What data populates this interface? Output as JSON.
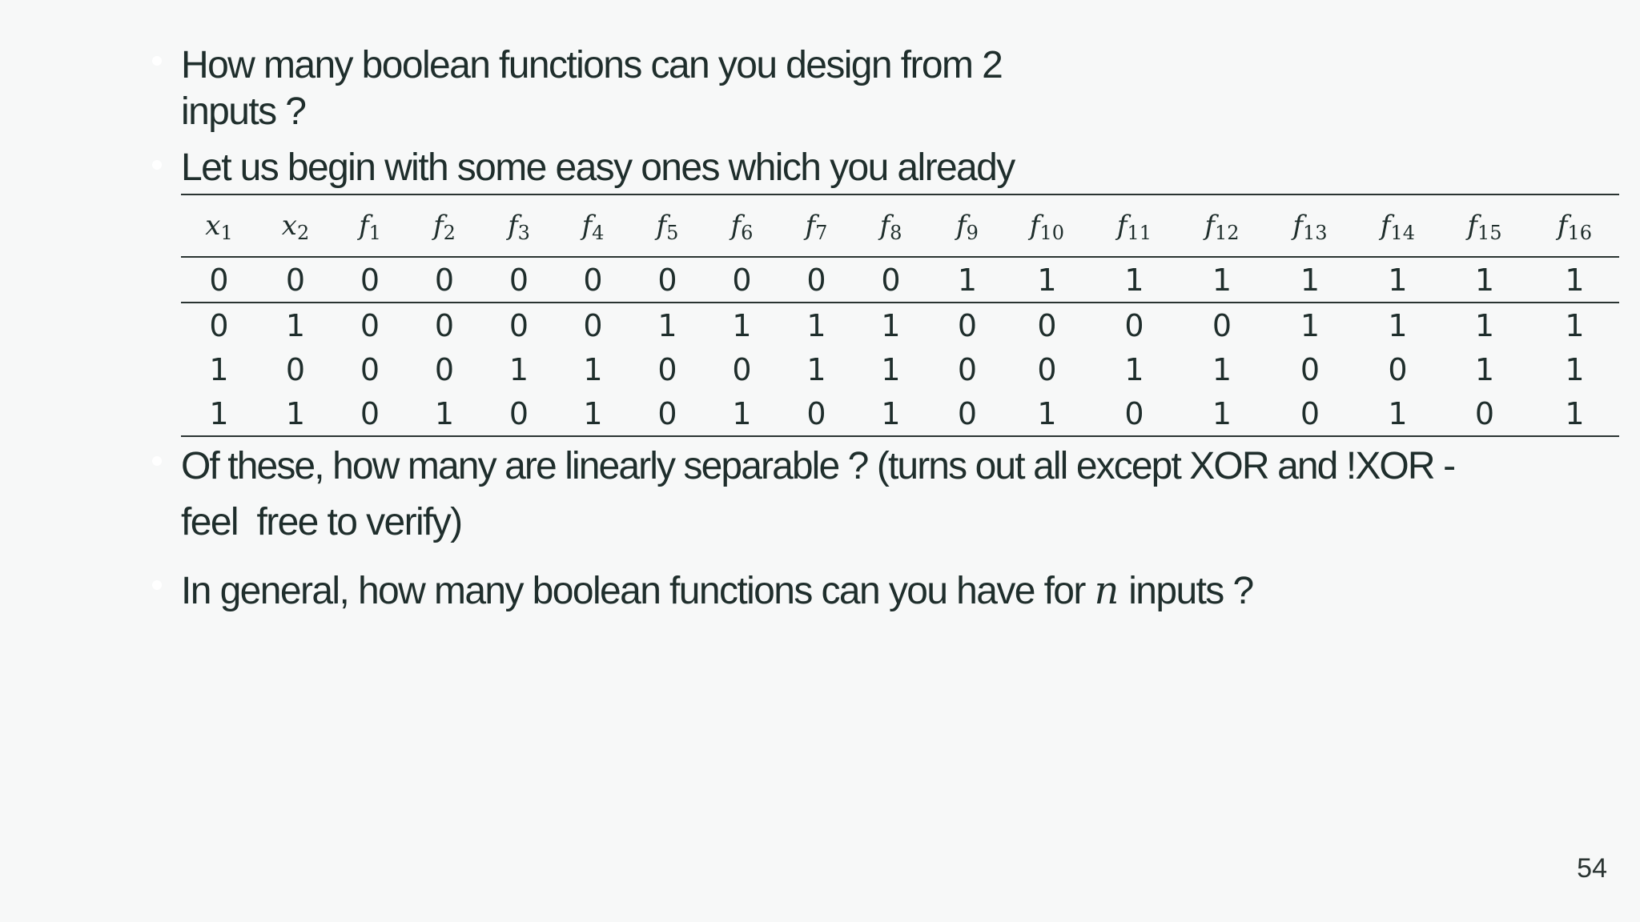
{
  "bullets": {
    "q1_line1": "How many boolean functions can you design from 2",
    "q1_line2": "inputs ?",
    "q2": "Let us begin with some easy ones which you already",
    "q3_line1": "Of these, how many are linearly separable ? (turns out all except XOR and !XOR -",
    "q3_line2": "feel  free to verify)",
    "q4_before": "In general, how many boolean functions can you have for",
    "q4_var": "n",
    "q4_after": "inputs ?"
  },
  "table": {
    "headers": [
      {
        "base": "x",
        "sub": "1"
      },
      {
        "base": "x",
        "sub": "2"
      },
      {
        "base": "f",
        "sub": "1"
      },
      {
        "base": "f",
        "sub": "2"
      },
      {
        "base": "f",
        "sub": "3"
      },
      {
        "base": "f",
        "sub": "4"
      },
      {
        "base": "f",
        "sub": "5"
      },
      {
        "base": "f",
        "sub": "6"
      },
      {
        "base": "f",
        "sub": "7"
      },
      {
        "base": "f",
        "sub": "8"
      },
      {
        "base": "f",
        "sub": "9"
      },
      {
        "base": "f",
        "sub": "10"
      },
      {
        "base": "f",
        "sub": "11"
      },
      {
        "base": "f",
        "sub": "12"
      },
      {
        "base": "f",
        "sub": "13"
      },
      {
        "base": "f",
        "sub": "14"
      },
      {
        "base": "f",
        "sub": "15"
      },
      {
        "base": "f",
        "sub": "16"
      }
    ],
    "rows": [
      [
        "0",
        "0",
        "0",
        "0",
        "0",
        "0",
        "0",
        "0",
        "0",
        "0",
        "1",
        "1",
        "1",
        "1",
        "1",
        "1",
        "1",
        "1"
      ],
      [
        "0",
        "1",
        "0",
        "0",
        "0",
        "0",
        "1",
        "1",
        "1",
        "1",
        "0",
        "0",
        "0",
        "0",
        "1",
        "1",
        "1",
        "1"
      ],
      [
        "1",
        "0",
        "0",
        "0",
        "1",
        "1",
        "0",
        "0",
        "1",
        "1",
        "0",
        "0",
        "1",
        "1",
        "0",
        "0",
        "1",
        "1"
      ],
      [
        "1",
        "1",
        "0",
        "1",
        "0",
        "1",
        "0",
        "1",
        "0",
        "1",
        "0",
        "1",
        "0",
        "1",
        "0",
        "1",
        "0",
        "1"
      ]
    ]
  },
  "page_number": "54"
}
